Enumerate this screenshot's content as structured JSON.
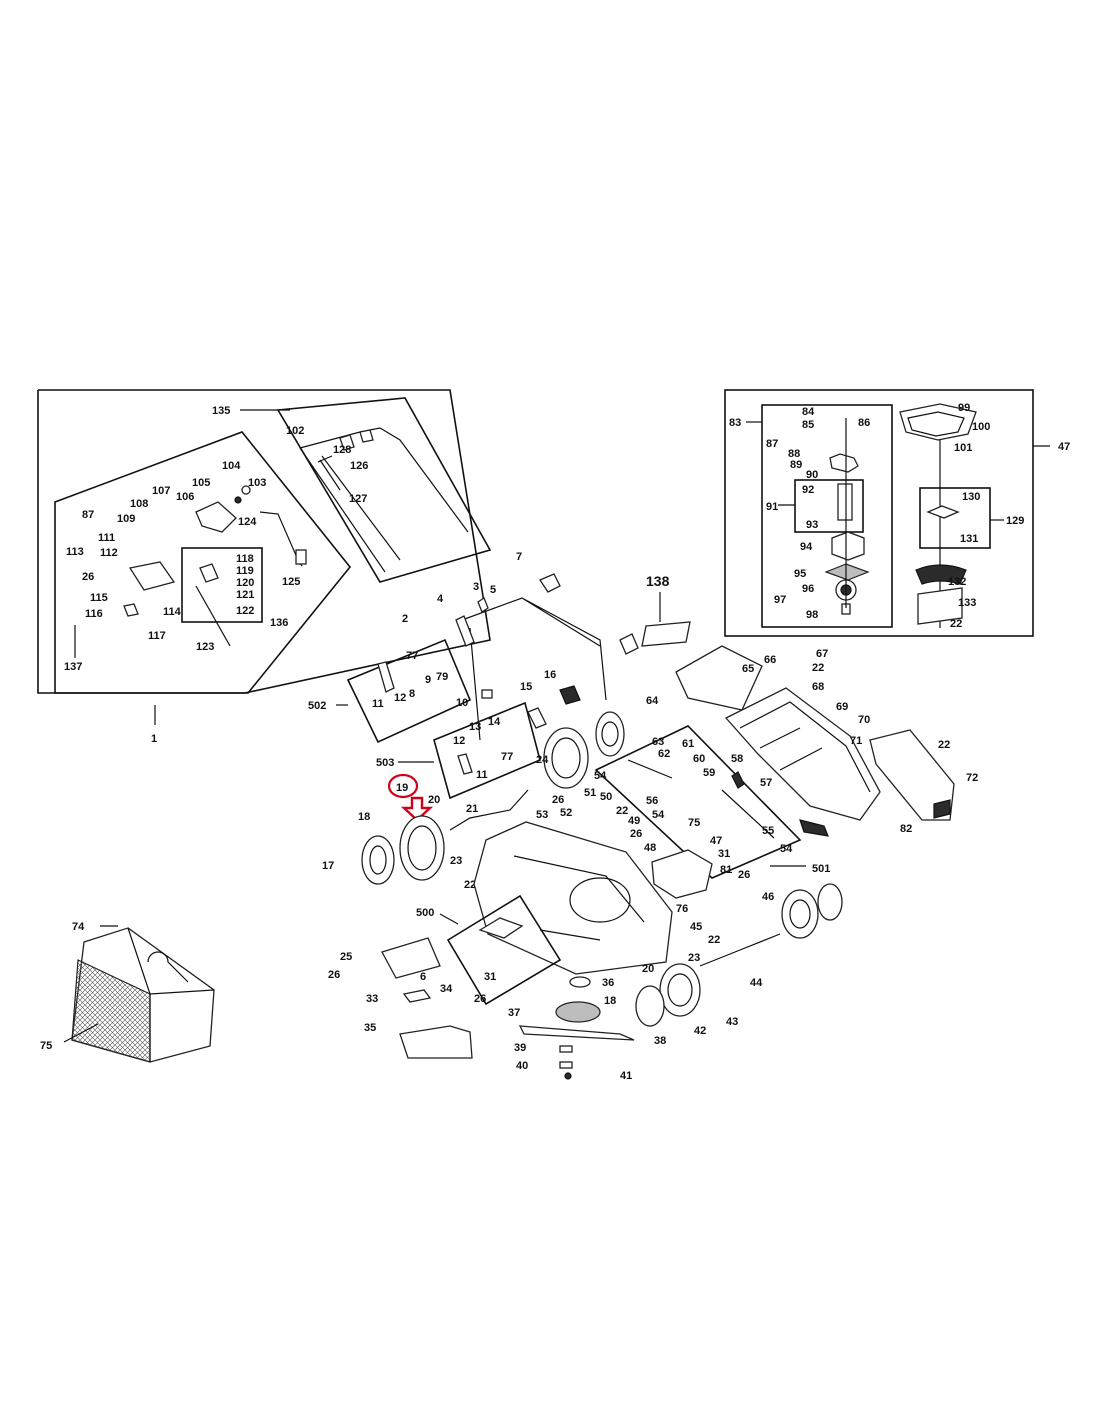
{
  "highlight": {
    "part": "19",
    "color": "#d0021b"
  },
  "labels": {
    "p1": "1",
    "p135": "135",
    "p137": "137",
    "p102": "102",
    "p128": "128",
    "p126": "126",
    "p127": "127",
    "p104": "104",
    "p103": "103",
    "p107": "107",
    "p105": "105",
    "p106": "106",
    "p108": "108",
    "p87a": "87",
    "p109": "109",
    "p111": "111",
    "p112": "112",
    "p113": "113",
    "p26a": "26",
    "p115": "115",
    "p116": "116",
    "p114": "114",
    "p117": "117",
    "p118": "118",
    "p119": "119",
    "p120": "120",
    "p121": "121",
    "p122": "122",
    "p123": "123",
    "p124": "124",
    "p125": "125",
    "p136": "136",
    "p83": "83",
    "p47": "47",
    "p84": "84",
    "p85": "85",
    "p86": "86",
    "p87b": "87",
    "p88": "88",
    "p89": "89",
    "p90": "90",
    "p91": "91",
    "p92": "92",
    "p93": "93",
    "p94": "94",
    "p95": "95",
    "p96": "96",
    "p97": "97",
    "p98": "98",
    "p99": "99",
    "p100": "100",
    "p101": "101",
    "p129": "129",
    "p130": "130",
    "p131": "131",
    "p132": "132",
    "p133": "133",
    "p22a": "22",
    "p138": "138",
    "p7": "7",
    "p5": "5",
    "p3": "3",
    "p4": "4",
    "p2": "2",
    "p502": "502",
    "p77a": "77",
    "p79": "79",
    "p9": "9",
    "p8": "8",
    "p12a": "12",
    "p11a": "11",
    "p10": "10",
    "p15": "15",
    "p16": "16",
    "p503": "503",
    "p13": "13",
    "p14": "14",
    "p12b": "12",
    "p77b": "77",
    "p11b": "11",
    "p64": "64",
    "p65": "65",
    "p66": "66",
    "p67": "67",
    "p22b": "22",
    "p68": "68",
    "p69": "69",
    "p70": "70",
    "p71": "71",
    "p22c": "22",
    "p72": "72",
    "p82": "82",
    "p63": "63",
    "p62": "62",
    "p61": "61",
    "p60": "60",
    "p58": "58",
    "p59": "59",
    "p57": "57",
    "p54a": "54",
    "p56": "56",
    "p54b": "54",
    "p55": "55",
    "p54c": "54",
    "p501": "501",
    "p19": "19",
    "p20a": "20",
    "p18a": "18",
    "p17": "17",
    "p21": "21",
    "p24": "24",
    "p23a": "23",
    "p22d": "22",
    "p26b": "26",
    "p52": "52",
    "p51": "51",
    "p50": "50",
    "p53": "53",
    "p22e": "22",
    "p49": "49",
    "p26c": "26",
    "p48": "48",
    "p75a": "75",
    "p47b": "47",
    "p31a": "31",
    "p26d": "26",
    "p81": "81",
    "p46": "46",
    "p76": "76",
    "p45": "45",
    "p74": "74",
    "p75b": "75",
    "p500": "500",
    "p25": "25",
    "p26e": "26",
    "p6": "6",
    "p31b": "31",
    "p26f": "26",
    "p33": "33",
    "p34": "34",
    "p35": "35",
    "p36": "36",
    "p37": "37",
    "p18b": "18",
    "p20b": "20",
    "p38": "38",
    "p39": "39",
    "p40": "40",
    "p41": "41",
    "p42": "42",
    "p43": "43",
    "p23b": "23",
    "p22f": "22",
    "p44": "44"
  }
}
